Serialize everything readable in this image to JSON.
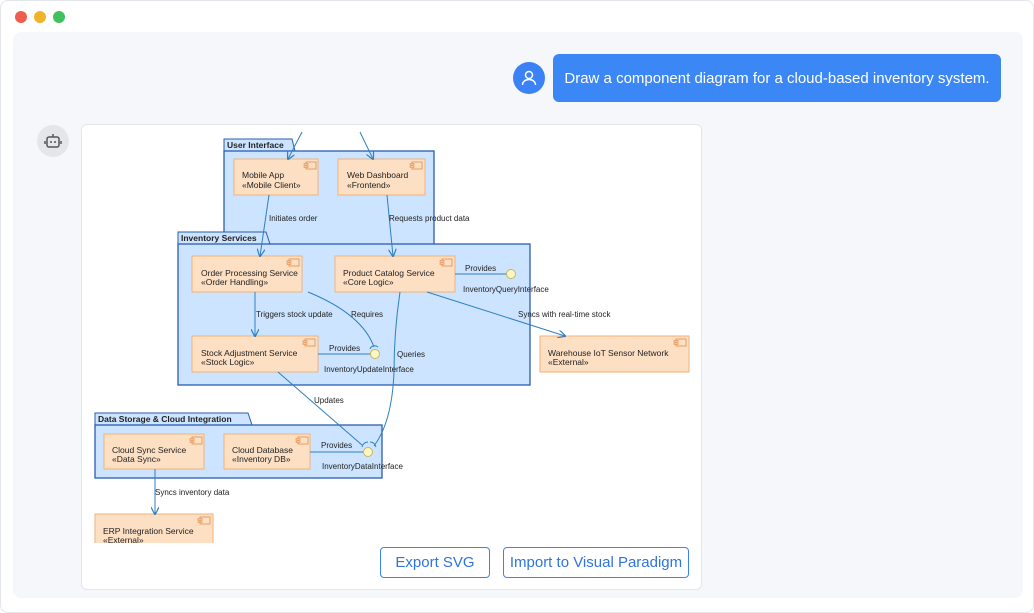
{
  "window": {
    "controls": [
      "close",
      "minimize",
      "maximize"
    ],
    "colors": {
      "close": "#ee5d50",
      "minimize": "#f0b429",
      "maximize": "#3fc15d"
    }
  },
  "chat": {
    "user_message": "Draw a component diagram for a cloud-based inventory system.",
    "user_avatar_icon": "user-icon",
    "bot_avatar_icon": "robot-icon"
  },
  "diagram": {
    "packages": {
      "ui": "User Interface",
      "inventory": "Inventory Services",
      "storage": "Data Storage & Cloud Integration"
    },
    "components": {
      "mobile_app": {
        "name": "Mobile App",
        "stereotype": "«Mobile Client»"
      },
      "web_dashboard": {
        "name": "Web Dashboard",
        "stereotype": "«Frontend»"
      },
      "order_processing": {
        "name": "Order Processing Service",
        "stereotype": "«Order Handling»"
      },
      "product_catalog": {
        "name": "Product Catalog Service",
        "stereotype": "«Core Logic»"
      },
      "stock_adjustment": {
        "name": "Stock Adjustment Service",
        "stereotype": "«Stock Logic»"
      },
      "warehouse": {
        "name": "Warehouse IoT Sensor Network",
        "stereotype": "«External»"
      },
      "cloud_sync": {
        "name": "Cloud Sync Service",
        "stereotype": "«Data Sync»"
      },
      "cloud_db": {
        "name": "Cloud Database",
        "stereotype": "«Inventory DB»"
      },
      "erp": {
        "name": "ERP Integration Service",
        "stereotype": "«External»"
      }
    },
    "interfaces": {
      "query": "InventoryQueryInterface",
      "update": "InventoryUpdateInterface",
      "data": "InventoryDataInterface"
    },
    "relations": {
      "initiates_order": "Initiates order",
      "requests_product": "Requests product data",
      "provides_query": "Provides",
      "triggers_stock": "Triggers stock update",
      "requires": "Requires",
      "syncs_realtime": "Syncs with real-time stock",
      "provides_update": "Provides",
      "queries": "Queries",
      "updates": "Updates",
      "provides_data": "Provides",
      "syncs_inventory": "Syncs inventory data"
    },
    "colors": {
      "package_fill": "#cce4ff",
      "package_stroke": "#2a5db0",
      "component_fill": "#fde0c4",
      "component_stroke": "#f0b27a",
      "edge": "#2f7fc1",
      "interface_fill": "#fdf6c4"
    }
  },
  "actions": {
    "export_svg": "Export SVG",
    "import_vp": "Import to Visual Paradigm"
  }
}
